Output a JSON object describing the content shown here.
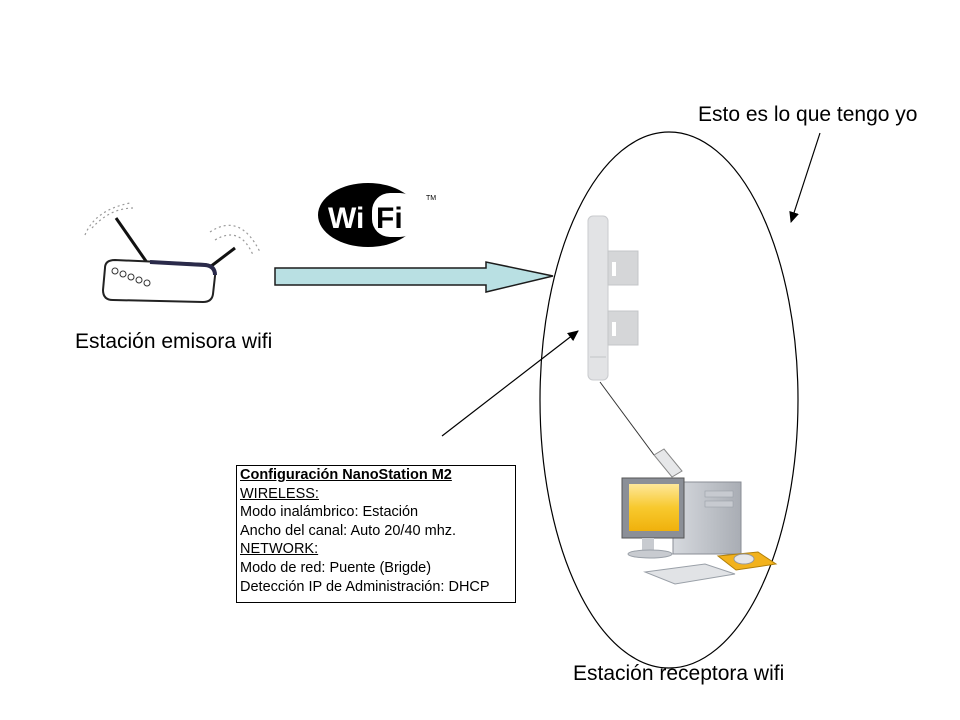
{
  "labels": {
    "sender_station": "Estación emisora wifi",
    "receiver_station": "Estación receptora wifi",
    "annotation": "Esto es lo que tengo yo"
  },
  "logo": {
    "left": "Wi",
    "right": "Fi",
    "trademark": "TM"
  },
  "config": {
    "title": "Configuración NanoStation M2",
    "sections": [
      {
        "heading": "WIRELESS:",
        "lines": [
          "Modo inalámbrico: Estación",
          "Ancho del canal: Auto 20/40 mhz."
        ]
      },
      {
        "heading": "NETWORK:",
        "lines": [
          "Modo de red: Puente (Brigde)",
          "Detección IP de Administración: DHCP"
        ]
      }
    ]
  },
  "colors": {
    "arrow_fill": "#b9e0e3",
    "screen": "#f7c21a",
    "mousepad": "#f2b21c"
  }
}
